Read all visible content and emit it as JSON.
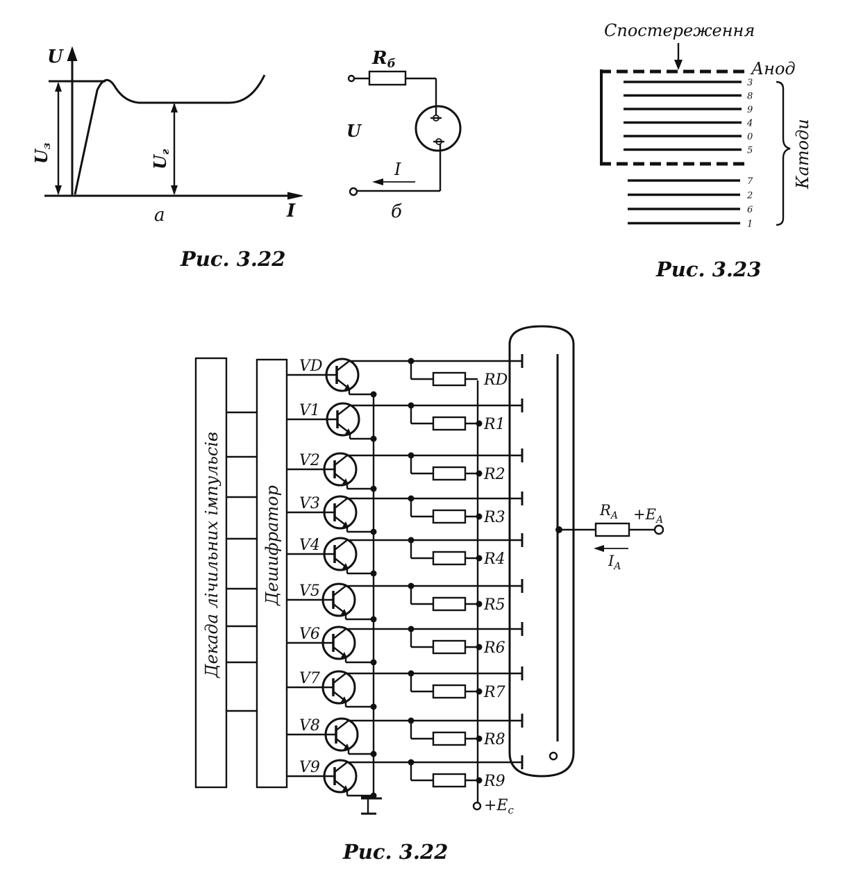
{
  "fig_a": {
    "axis_u": "U",
    "axis_i": "I",
    "u_z": "U",
    "u_z_sub": "з",
    "u_r": "U",
    "u_r_sub": "г",
    "label": "а"
  },
  "fig_b": {
    "resistor": "R",
    "resistor_sub": "б",
    "voltage": "U",
    "current": "I",
    "label": "б"
  },
  "caption_1": "Рис. 3.22",
  "fig_323": {
    "observation": "Спостереження",
    "anode": "Анод",
    "cathodes": "Катоди",
    "upper_numbers": [
      "3",
      "8",
      "9",
      "4",
      "0",
      "5"
    ],
    "lower_numbers": [
      "7",
      "2",
      "6",
      "1"
    ]
  },
  "caption_2": "Рис. 3.23",
  "circuit": {
    "counter_block": "Декада лічильних імпульсів",
    "decoder_block": "Дешифратор",
    "transistors": [
      "VD",
      "V1",
      "V2",
      "V3",
      "V4",
      "V5",
      "V6",
      "V7",
      "V8",
      "V9"
    ],
    "resistors": [
      "RD",
      "R1",
      "R2",
      "R3",
      "R4",
      "R5",
      "R6",
      "R7",
      "R8",
      "R9"
    ],
    "supply": "+E",
    "supply_sub": "c",
    "anode_resistor": "R",
    "anode_resistor_sub": "A",
    "anode_supply": "+E",
    "anode_supply_sub": "A",
    "anode_current": "I",
    "anode_current_sub": "A"
  },
  "caption_3": "Рис. 3.22"
}
